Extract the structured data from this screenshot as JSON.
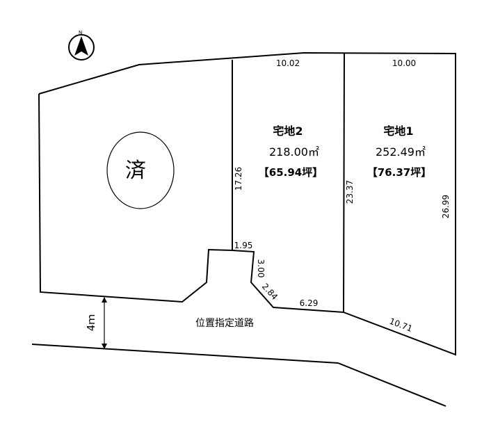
{
  "compass": {
    "label": "N",
    "icon": "north-arrow-icon"
  },
  "lots": [
    {
      "name": "宅地2",
      "area": "218.00㎡",
      "tsubo": "【65.94坪】"
    },
    {
      "name": "宅地1",
      "area": "252.49㎡",
      "tsubo": "【76.37坪】"
    }
  ],
  "sold": {
    "label": "済"
  },
  "road": {
    "name": "位置指定道路",
    "width": "4ｍ"
  },
  "dimensions": {
    "lot2_top": "10.02",
    "lot1_top": "10.00",
    "lot2_left": "17.26",
    "shared": "23.37",
    "lot1_right": "26.99",
    "notch_top": "1.95",
    "notch_side": "3.00",
    "notch_diag": "2.84",
    "lot2_bottom": "6.29",
    "lot1_bottom": "10.71"
  }
}
